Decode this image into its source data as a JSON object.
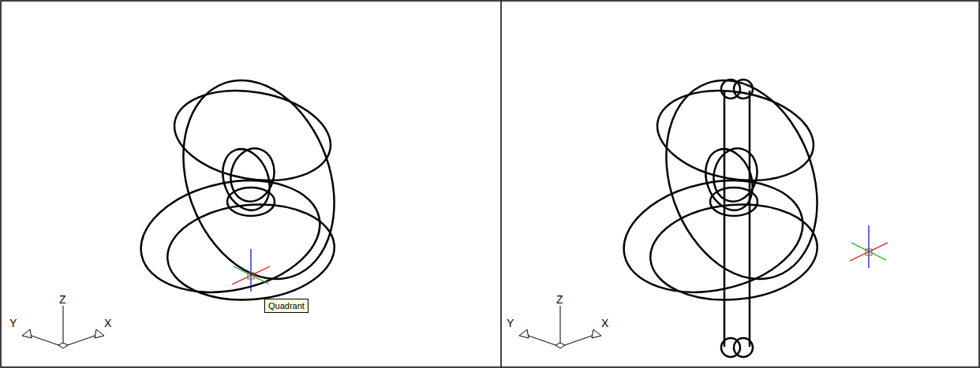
{
  "diagram": {
    "nodes": [
      {
        "text": [
          "Quadrant"
        ]
      }
    ],
    "labels": [
      "Z",
      "Y",
      "X",
      "Z",
      "Y",
      "X"
    ]
  }
}
